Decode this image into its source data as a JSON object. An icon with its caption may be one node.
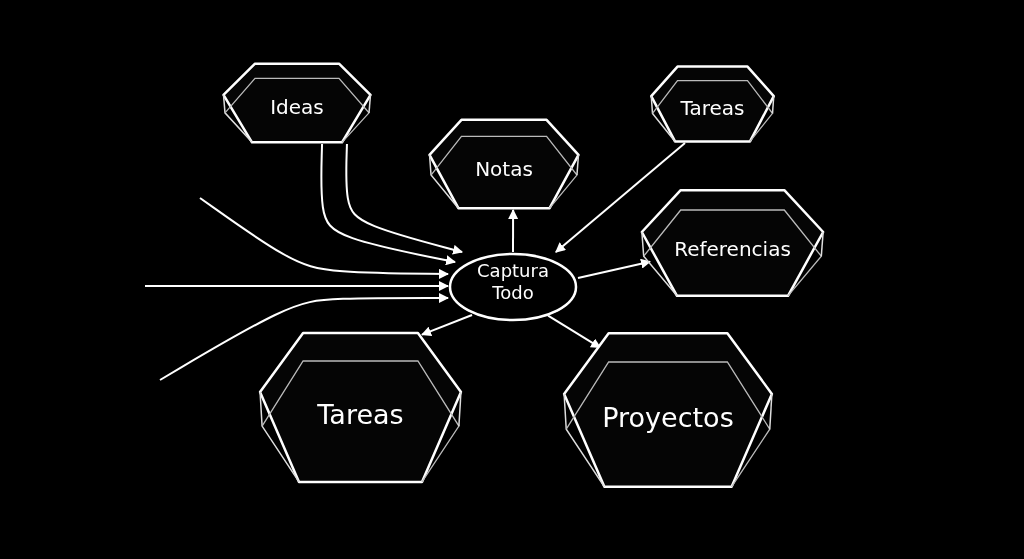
{
  "diagram": {
    "nodes": [
      {
        "text": [
          "Ideas"
        ]
      },
      {
        "text": [
          "Notas"
        ]
      },
      {
        "text": [
          "Tareas"
        ]
      },
      {
        "text": [
          "Referencias"
        ]
      },
      {
        "text": [
          "Captura Todo"
        ]
      },
      {
        "text": [
          "Tareas"
        ]
      },
      {
        "text": [
          "Proyectos"
        ]
      }
    ],
    "edges": [
      {
        "from": 0,
        "to": 4,
        "arrow": "to"
      },
      {
        "from": 0,
        "to": 4,
        "arrow": "to"
      },
      {
        "from": null,
        "to": 4,
        "arrow": "to"
      },
      {
        "from": null,
        "to": 4,
        "arrow": "to"
      },
      {
        "from": null,
        "to": 4,
        "arrow": "to"
      },
      {
        "from": 4,
        "to": 1,
        "arrow": "to"
      },
      {
        "from": 2,
        "to": 4,
        "arrow": "to"
      },
      {
        "from": 4,
        "to": 3,
        "arrow": "to"
      },
      {
        "from": 4,
        "to": 5,
        "arrow": "to"
      },
      {
        "from": 4,
        "to": 6,
        "arrow": "to"
      }
    ]
  }
}
